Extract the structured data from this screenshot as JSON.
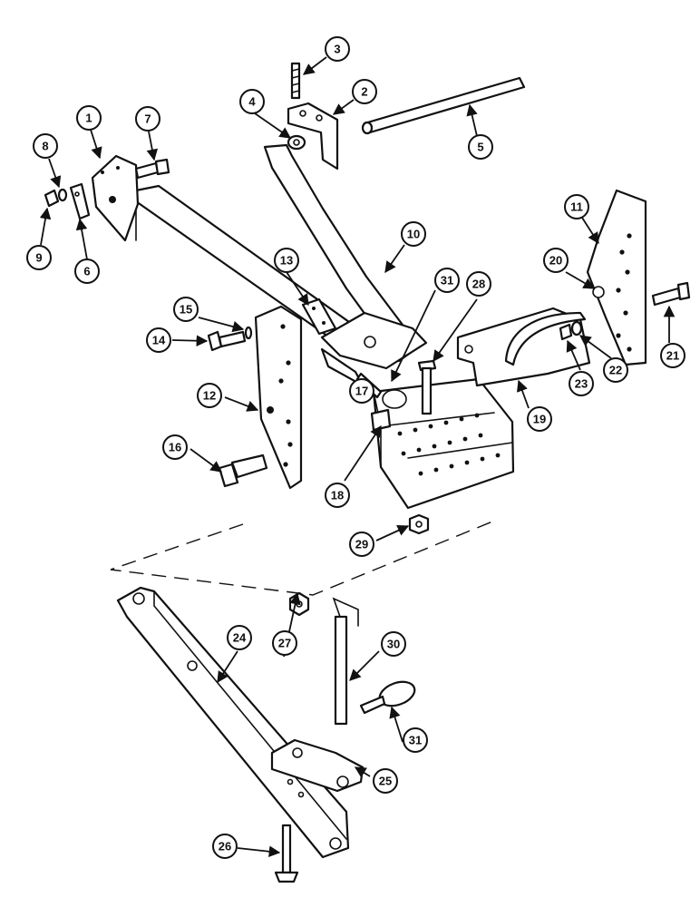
{
  "callouts": [
    "1",
    "2",
    "3",
    "4",
    "5",
    "6",
    "7",
    "8",
    "9",
    "10",
    "11",
    "12",
    "13",
    "14",
    "15",
    "16",
    "17",
    "18",
    "19",
    "20",
    "21",
    "22",
    "23",
    "24",
    "25",
    "26",
    "27",
    "28",
    "29",
    "30",
    "31",
    "31"
  ]
}
